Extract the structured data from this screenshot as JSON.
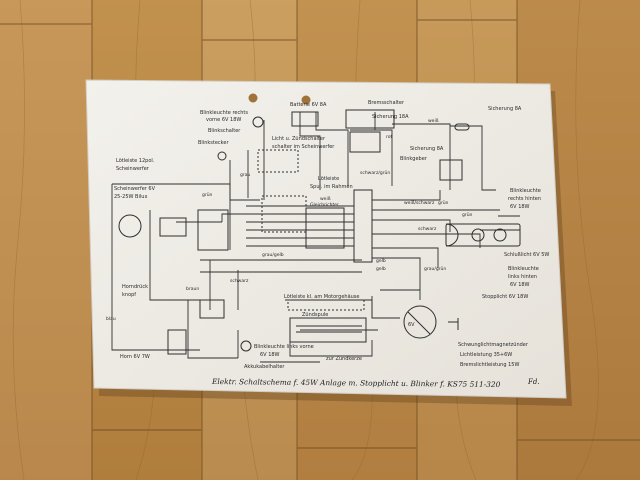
{
  "diagram": {
    "title": "Elektr. Schaltschema f. 45W Anlage m. Stopplicht u. Blinker f. KS75 511-320",
    "signature": "Fd.",
    "labels": {
      "blink_rechts": "Blinkleuchte rechts",
      "blink_rechts_sub": "vorne 6V 18W",
      "blinkschalter": "Blinkschalter",
      "blinkstecker": "Blinkstecker",
      "batterie": "Batterie 6V 8A",
      "lichtschalter": "Licht u. Zündschalter",
      "schalter_im_scheinwerfer": "schalter im Scheinwerfer",
      "bremsschalter": "Bremsschalter",
      "sicherung_18": "Sicherung 18A",
      "sicherung_8_top": "Sicherung 8A",
      "sicherung_8": "Sicherung 8A",
      "blinkgeber": "Blinkgeber",
      "loetleiste_12": "Lötleiste 12pol.",
      "scheinwerfer_box": "Scheinwerfer",
      "scheinwerfer_6v": "Scheinwerfer 6V",
      "birne": "25-25W Bilux",
      "loetleiste_spule": "Lötleiste",
      "spule": "Spul. im Rahmen",
      "gleichrichter": "Gleichrichter",
      "blink_hinten_r": "Blinkleuchte",
      "blink_hinten_r2": "rechts hinten",
      "blink_hinten_r3": "6V 18W",
      "schlusslicht": "Schlußlicht 6V 5W",
      "blink_hinten_l": "Blinkleuchte",
      "blink_hinten_l2": "links hinten",
      "blink_hinten_l3": "6V 18W",
      "stopplicht": "Stopplicht 6V 18W",
      "horndruck": "Horndrück",
      "knopf": "knopf",
      "horn": "Horn 6V 7W",
      "loetleiste_motor": "Lötleiste kl. am Motorgehäuse",
      "zuendspule": "Zündspule",
      "blink_links_vorne": "Blinkleuchte links vorne",
      "blink_links_vorne2": "6V 18W",
      "kabelschuh": "Akkukabelhalter",
      "zuendkerze": "zur Zündkerze",
      "schwungmagnet": "Schwunglichtmagnetzünder",
      "lichtleistung": "Lichtleistung 35+6W",
      "bremslicht": "Bremslichtleistung 15W",
      "sechs_v": "6V"
    },
    "wire_colors": {
      "gruen": "grün",
      "grau": "grau",
      "braun": "braun",
      "weiss": "weiß",
      "rot": "rot",
      "gelb": "gelb",
      "schwarz": "schwarz",
      "blau": "blau",
      "grau_gruen": "grau/grün",
      "weiss_schwarz": "weiß/schwarz",
      "schwarz_gruen": "schwarz/grün",
      "grau_gelb": "grau/gelb"
    }
  },
  "colors": {
    "floor_light": "#c99a58",
    "floor_dark": "#9a6a34",
    "paper": "#f1eee8",
    "paper_shadow": "#d9d4cc",
    "ink": "#2a2a2a"
  }
}
